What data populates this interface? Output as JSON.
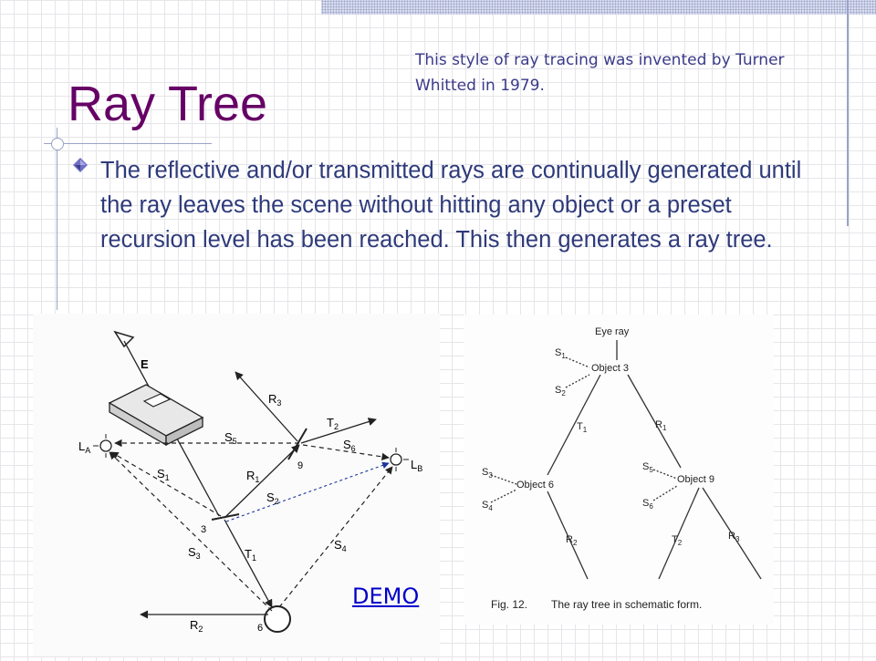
{
  "slide": {
    "title": "Ray Tree",
    "note": "This style of ray tracing was invented by Turner Whitted in 1979.",
    "bullet_text": "The reflective and/or transmitted rays are continually generated until the ray leaves the scene without hitting any object or a preset recursion level has been reached. This then generates a ray tree.",
    "demo_link": "DEMO"
  },
  "scene_figure": {
    "labels": {
      "E": "E",
      "LA": "L",
      "LA_sub": "A",
      "LB": "L",
      "LB_sub": "B",
      "S1": "S",
      "S1_sub": "1",
      "S2": "S",
      "S2_sub": "2",
      "S3": "S",
      "S3_sub": "3",
      "S4": "S",
      "S4_sub": "4",
      "S5": "S",
      "S5_sub": "5",
      "S6": "S",
      "S6_sub": "6",
      "R1": "R",
      "R1_sub": "1",
      "R2": "R",
      "R2_sub": "2",
      "R3": "R",
      "R3_sub": "3",
      "T1": "T",
      "T1_sub": "1",
      "T2": "T",
      "T2_sub": "2",
      "p3": "3",
      "p6": "6",
      "p9": "9"
    }
  },
  "tree_figure": {
    "eye_ray": "Eye ray",
    "object3": "Object 3",
    "object6": "Object 6",
    "object9": "Object 9",
    "S1": "S",
    "S1_sub": "1",
    "S2": "S",
    "S2_sub": "2",
    "S3": "S",
    "S3_sub": "3",
    "S4": "S",
    "S4_sub": "4",
    "S5": "S",
    "S5_sub": "5",
    "S6": "S",
    "S6_sub": "6",
    "T1": "T",
    "T1_sub": "1",
    "T2": "T",
    "T2_sub": "2",
    "R1": "R",
    "R1_sub": "1",
    "R2": "R",
    "R2_sub": "2",
    "R3": "R",
    "R3_sub": "3",
    "fig_label": "Fig. 12.",
    "caption": "The ray tree in schematic form."
  }
}
